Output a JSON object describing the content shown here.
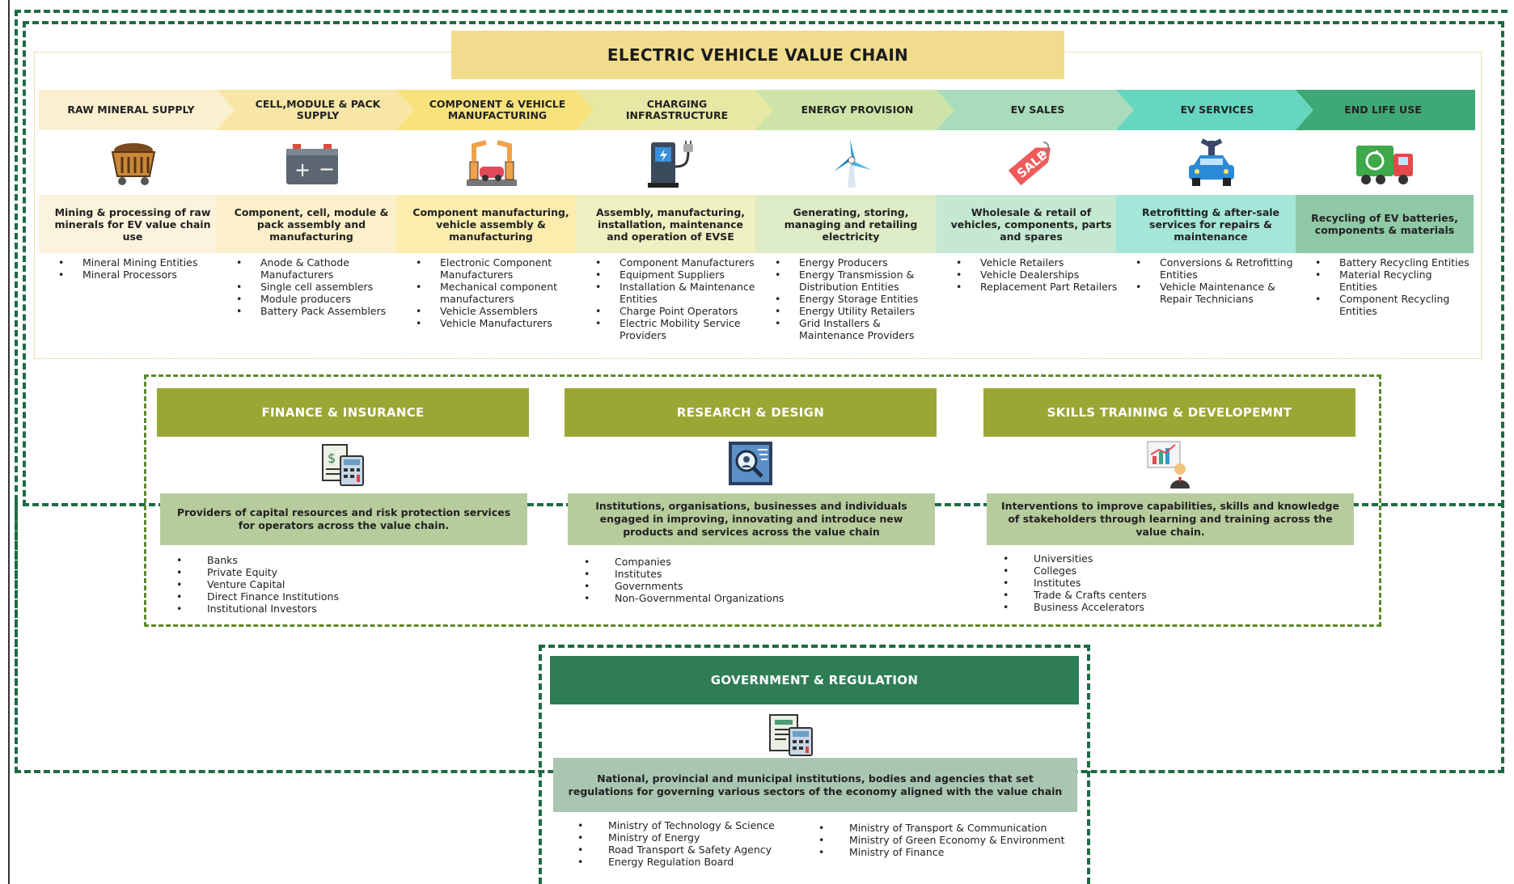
{
  "title": "ELECTRIC VEHICLE VALUE CHAIN",
  "stages": [
    {
      "title": "RAW MINERAL SUPPLY",
      "icon": "mining-cart-icon",
      "head_color": "#faf0cf",
      "body_color": "#fbf3dc",
      "desc": "Mining & processing of raw minerals for EV value chain use",
      "items": [
        "Mineral Mining Entities",
        "Mineral Processors"
      ]
    },
    {
      "title": "CELL,MODULE & PACK SUPPLY",
      "icon": "battery-icon",
      "head_color": "#f7e6a6",
      "body_color": "#fbf0c9",
      "desc": "Component, cell, module & pack assembly and manufacturing",
      "items": [
        "Anode & Cathode Manufacturers",
        "Single cell assemblers",
        "Module producers",
        "Battery Pack Assemblers"
      ]
    },
    {
      "title": "COMPONENT & VEHICLE MANUFACTURING",
      "icon": "robot-arm-icon",
      "head_color": "#f8e27c",
      "body_color": "#faedae",
      "desc": "Component manufacturing, vehicle assembly & manufacturing",
      "items": [
        "Electronic Component Manufacturers",
        "Mechanical component manufacturers",
        "Vehicle Assemblers",
        "Vehicle Manufacturers"
      ]
    },
    {
      "title": "CHARGING INFRASTRUCTURE",
      "icon": "charging-station-icon",
      "head_color": "#e7e8a4",
      "body_color": "#eef0c2",
      "desc": "Assembly, manufacturing, installation, maintenance and operation of EVSE",
      "items": [
        "Component Manufacturers",
        "Equipment Suppliers",
        "Installation & Maintenance Entities",
        "Charge Point Operators",
        "Electric Mobility Service Providers"
      ]
    },
    {
      "title": "ENERGY PROVISION",
      "icon": "wind-turbine-icon",
      "head_color": "#cde3a8",
      "body_color": "#ddebc6",
      "desc": "Generating, storing, managing and retailing electricity",
      "items": [
        "Energy Producers",
        "Energy Transmission & Distribution Entities",
        "Energy Storage Entities",
        "Energy Utility Retailers",
        "Grid Installers & Maintenance Providers"
      ]
    },
    {
      "title": "EV SALES",
      "icon": "sale-tag-icon",
      "head_color": "#a8dcbc",
      "body_color": "#c4e8d1",
      "desc": "Wholesale & retail of vehicles, components, parts and spares",
      "items": [
        "Vehicle Retailers",
        "Vehicle Dealerships",
        "Replacement Part Retailers"
      ]
    },
    {
      "title": "EV SERVICES",
      "icon": "car-wrench-icon",
      "head_color": "#66d6c0",
      "body_color": "#a4e6d7",
      "desc": "Retrofitting & after-sale services for repairs & maintenance",
      "items": [
        "Conversions & Retrofitting Entities",
        "Vehicle Maintenance & Repair Technicians"
      ]
    },
    {
      "title": "END LIFE USE",
      "icon": "recycling-truck-icon",
      "head_color": "#3fa877",
      "body_color": "#8fc9a6",
      "desc": "Recycling of EV batteries, components & materials",
      "items": [
        "Battery Recycling Entities",
        "Material Recycling Entities",
        "Component Recycling Entities"
      ]
    }
  ],
  "support": [
    {
      "title": "FINANCE & INSURANCE",
      "icon": "finance-calculator-icon",
      "desc": "Providers of capital resources and risk protection services for operators across the value chain.",
      "items": [
        "Banks",
        "Private Equity",
        "Venture Capital",
        "Direct Finance Institutions",
        "Institutional Investors"
      ]
    },
    {
      "title": "RESEARCH & DESIGN",
      "icon": "research-magnifier-icon",
      "desc": "Institutions, organisations, businesses and individuals engaged in improving, innovating and introduce new products and services across the value chain",
      "items": [
        "Companies",
        "Institutes",
        "Governments",
        "Non-Governmental Organizations"
      ]
    },
    {
      "title": "SKILLS TRAINING & DEVELOPEMNT",
      "icon": "presenter-chart-icon",
      "desc": "Interventions to improve capabilities, skills and knowledge of stakeholders through learning and training across the value chain.",
      "items": [
        "Universities",
        "Colleges",
        "Institutes",
        "Trade & Crafts centers",
        "Business Accelerators"
      ]
    }
  ],
  "government": {
    "title": "GOVERNMENT & REGULATION",
    "icon": "government-calculator-icon",
    "desc": "National, provincial and municipal institutions, bodies and agencies that set regulations for governing various sectors of the economy aligned with the value chain",
    "items_left": [
      "Ministry of Technology & Science",
      "Ministry of Energy",
      "Road Transport & Safety Agency",
      "Energy Regulation Board"
    ],
    "items_right": [
      "Ministry of Transport & Communication",
      "Ministry of Green Economy & Environment",
      "Ministry of Finance"
    ]
  },
  "colors": {
    "dark_green": "#1e6b45",
    "olive": "#9aa734",
    "sage": "#b7cc9c",
    "gold": "#f0dc8c",
    "gov_green": "#2e7d55"
  }
}
